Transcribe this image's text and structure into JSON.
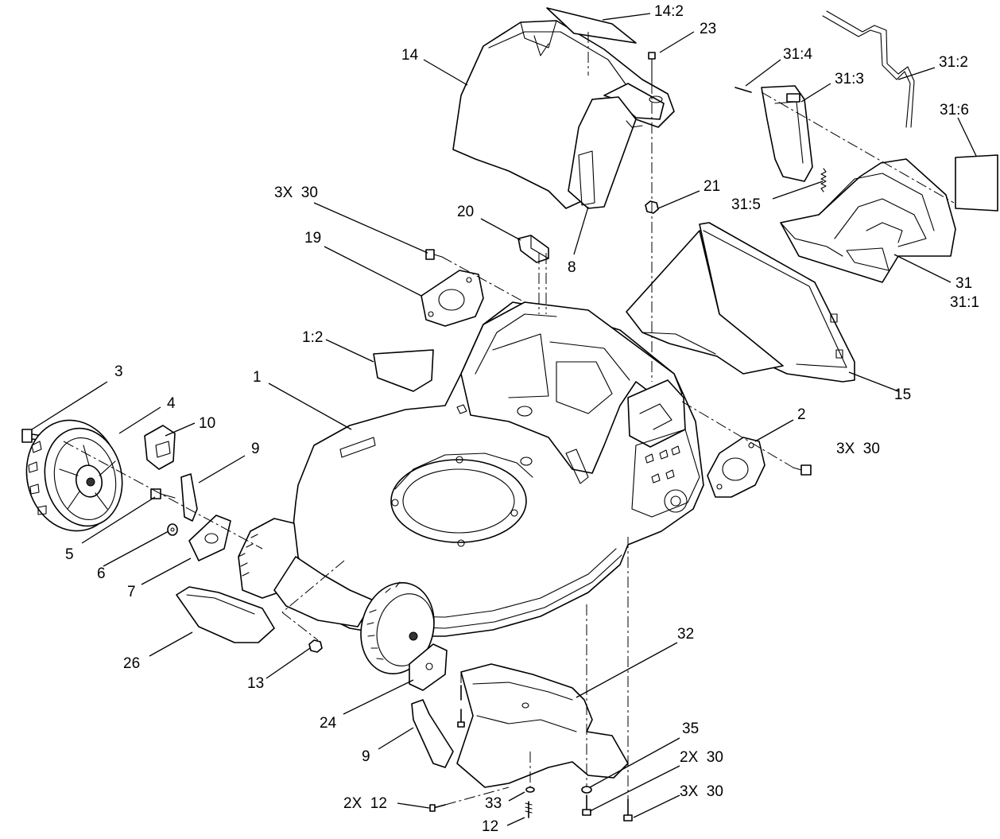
{
  "callouts": [
    {
      "id": "c-14-2",
      "text": "14:2"
    },
    {
      "id": "c-23",
      "text": "23"
    },
    {
      "id": "c-14",
      "text": "14"
    },
    {
      "id": "c-31-4",
      "text": "31:4"
    },
    {
      "id": "c-31-2",
      "text": "31:2"
    },
    {
      "id": "c-31-3",
      "text": "31:3"
    },
    {
      "id": "c-31-6",
      "text": "31:6"
    },
    {
      "id": "c-21",
      "text": "21"
    },
    {
      "id": "c-31-5",
      "text": "31:5"
    },
    {
      "id": "c-3x-30-top",
      "text": "3X  30"
    },
    {
      "id": "c-20",
      "text": "20"
    },
    {
      "id": "c-19",
      "text": "19"
    },
    {
      "id": "c-8",
      "text": "8"
    },
    {
      "id": "c-31",
      "text": "31"
    },
    {
      "id": "c-31-1",
      "text": "31:1"
    },
    {
      "id": "c-1-2",
      "text": "1:2"
    },
    {
      "id": "c-3",
      "text": "3"
    },
    {
      "id": "c-1",
      "text": "1"
    },
    {
      "id": "c-15",
      "text": "15"
    },
    {
      "id": "c-4",
      "text": "4"
    },
    {
      "id": "c-10",
      "text": "10"
    },
    {
      "id": "c-2",
      "text": "2"
    },
    {
      "id": "c-9-top",
      "text": "9"
    },
    {
      "id": "c-3x-30-right",
      "text": "3X  30"
    },
    {
      "id": "c-5",
      "text": "5"
    },
    {
      "id": "c-6",
      "text": "6"
    },
    {
      "id": "c-7",
      "text": "7"
    },
    {
      "id": "c-32",
      "text": "32"
    },
    {
      "id": "c-26",
      "text": "26"
    },
    {
      "id": "c-13",
      "text": "13"
    },
    {
      "id": "c-24",
      "text": "24"
    },
    {
      "id": "c-35",
      "text": "35"
    },
    {
      "id": "c-9-bottom",
      "text": "9"
    },
    {
      "id": "c-2x-30",
      "text": "2X  30"
    },
    {
      "id": "c-3x-30-bottom",
      "text": "3X  30"
    },
    {
      "id": "c-2x-12",
      "text": "2X  12"
    },
    {
      "id": "c-33",
      "text": "33"
    },
    {
      "id": "c-12",
      "text": "12"
    }
  ]
}
